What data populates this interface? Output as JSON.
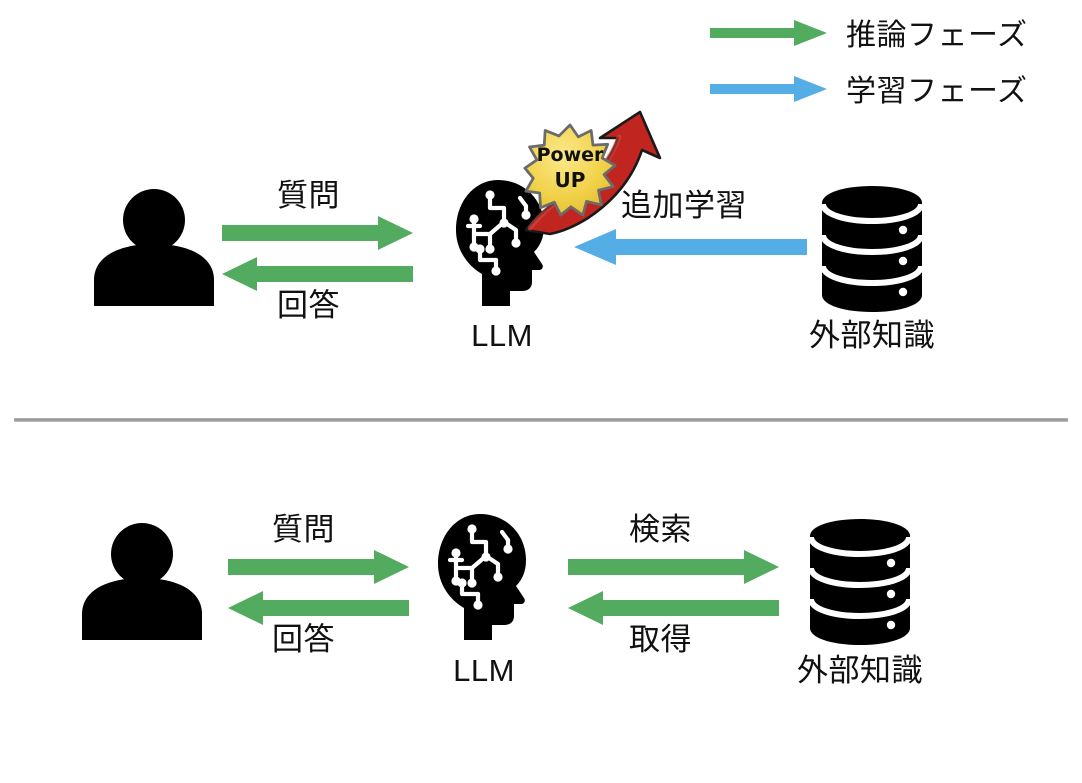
{
  "legend": {
    "items": [
      {
        "label": "推論フェーズ",
        "color": "#52ab5f",
        "icon": "right-arrow-icon"
      },
      {
        "label": "学習フェーズ",
        "color": "#55ade6",
        "icon": "right-arrow-icon"
      }
    ]
  },
  "colors": {
    "green": "#52ab5f",
    "blue": "#55ade6",
    "red": "#c0261f",
    "red_dark": "#9e1a14",
    "badge_yellow": "#f2d24b",
    "badge_yellow_light": "#fbe98a",
    "badge_outline": "#6b6b6b",
    "black": "#000000",
    "divider_gray": "#9a9a9a"
  },
  "top_section": {
    "nodes": {
      "user": {
        "caption": "",
        "icon": "user-icon"
      },
      "llm": {
        "caption": "LLM",
        "icon": "ai-head-icon"
      },
      "knowledge": {
        "caption": "外部知識",
        "icon": "database-icon"
      }
    },
    "badge": {
      "line1": "Power",
      "line2": "UP",
      "icon": "starburst-icon"
    },
    "flows": [
      {
        "label": "質問",
        "color": "#52ab5f",
        "direction": "right"
      },
      {
        "label": "回答",
        "color": "#52ab5f",
        "direction": "left"
      },
      {
        "label": "追加学習",
        "color": "#55ade6",
        "direction": "left"
      }
    ]
  },
  "bottom_section": {
    "nodes": {
      "user": {
        "caption": "",
        "icon": "user-icon"
      },
      "llm": {
        "caption": "LLM",
        "icon": "ai-head-icon"
      },
      "knowledge": {
        "caption": "外部知識",
        "icon": "database-icon"
      }
    },
    "flows": [
      {
        "label": "質問",
        "color": "#52ab5f",
        "direction": "right"
      },
      {
        "label": "回答",
        "color": "#52ab5f",
        "direction": "left"
      },
      {
        "label": "検索",
        "color": "#52ab5f",
        "direction": "right"
      },
      {
        "label": "取得",
        "color": "#52ab5f",
        "direction": "left"
      }
    ]
  }
}
